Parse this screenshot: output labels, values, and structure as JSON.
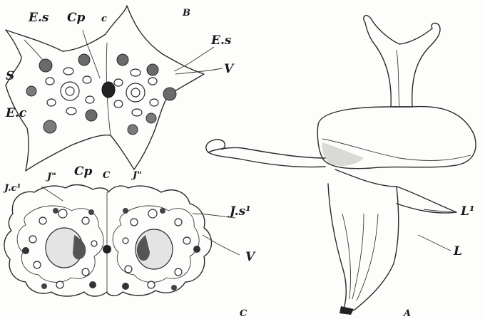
{
  "figure": {
    "panels": {
      "A": {
        "letter": "A",
        "labels": {
          "L1": "L¹",
          "L2": "L"
        }
      },
      "B": {
        "letter": "B",
        "labels": {
          "Es_left": "E.s",
          "Cp": "Cp",
          "c": "c",
          "Es_right": "E.s",
          "V": "V",
          "S": "S",
          "Ec": "E.c"
        }
      },
      "C": {
        "letter": "C",
        "labels": {
          "Jc1": "J.c¹",
          "J2_left": "J\"",
          "Cp": "Cp",
          "C": "C",
          "J2_right": "J\"",
          "Js1": "J.s¹",
          "V": "V"
        }
      }
    }
  }
}
